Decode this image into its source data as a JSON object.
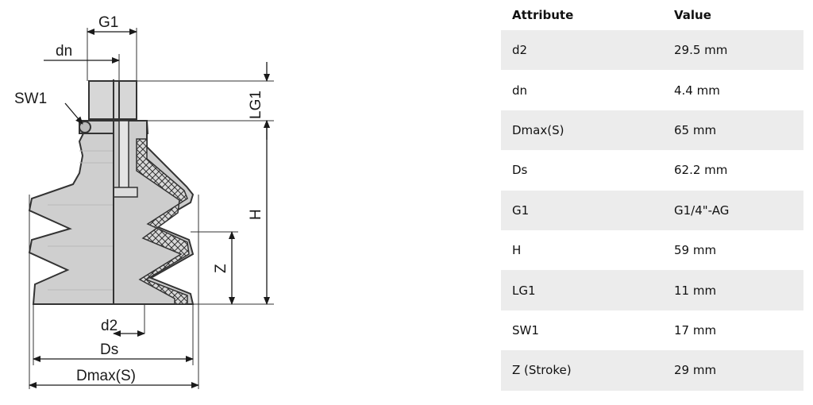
{
  "diagram": {
    "labels": {
      "g1": "G1",
      "dn": "dn",
      "sw1": "SW1",
      "lg1": "LG1",
      "h": "H",
      "z": "Z",
      "d2": "d2",
      "ds": "Ds",
      "dmax": "Dmax(S)"
    }
  },
  "table": {
    "headers": {
      "attribute": "Attribute",
      "value": "Value"
    },
    "rows": [
      {
        "attribute": "d2",
        "value": "29.5 mm"
      },
      {
        "attribute": "dn",
        "value": "4.4 mm"
      },
      {
        "attribute": "Dmax(S)",
        "value": "65 mm"
      },
      {
        "attribute": "Ds",
        "value": "62.2 mm"
      },
      {
        "attribute": "G1",
        "value": "G1/4\"-AG"
      },
      {
        "attribute": "H",
        "value": "59 mm"
      },
      {
        "attribute": "LG1",
        "value": "11 mm"
      },
      {
        "attribute": "SW1",
        "value": "17 mm"
      },
      {
        "attribute": "Z (Stroke)",
        "value": "29 mm"
      }
    ]
  }
}
